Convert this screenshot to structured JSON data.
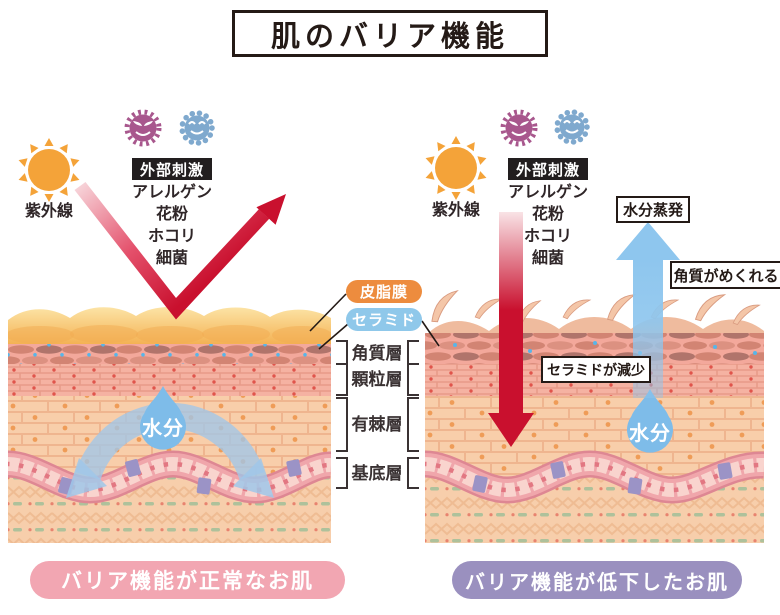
{
  "title": "肌のバリア機能",
  "left_panel": {
    "uv_label": "紫外線",
    "stimuli_title": "外部刺激",
    "stimuli": [
      "アレルゲン",
      "花粉",
      "ホコリ",
      "細菌"
    ],
    "moisture_label": "水分",
    "caption": "バリア機能が正常なお肌"
  },
  "right_panel": {
    "uv_label": "紫外線",
    "stimuli_title": "外部刺激",
    "stimuli": [
      "アレルゲン",
      "花粉",
      "ホコリ",
      "細菌"
    ],
    "moisture_label": "水分",
    "evaporation_label": "水分蒸発",
    "peeling_label": "角質がめくれる",
    "ceramide_decrease_label": "セラミドが減少",
    "caption": "バリア機能が低下したお肌"
  },
  "legend": {
    "sebum_label": "皮脂膜",
    "ceramide_label": "セラミド",
    "layers": [
      "角質層",
      "顆粒層",
      "有棘層",
      "基底層"
    ]
  },
  "icons": {
    "sun": "circle-with-triangular-rays",
    "virus_spiky": "spiked-ball-with-face",
    "virus_round": "bumpy-ball-with-face",
    "droplet": "water-drop"
  },
  "colors": {
    "uv_red": "#C9102E",
    "moisture_blue": "#7EBCE9",
    "sun_orange": "#F4A339",
    "sebum_orange": "#ED8C3E",
    "ceramide_blue": "#8FC8EA",
    "stimuli_badge_black": "#221E1F",
    "normal_caption_pink": "#F2A6B2",
    "damaged_caption_purple": "#9A90BF"
  }
}
